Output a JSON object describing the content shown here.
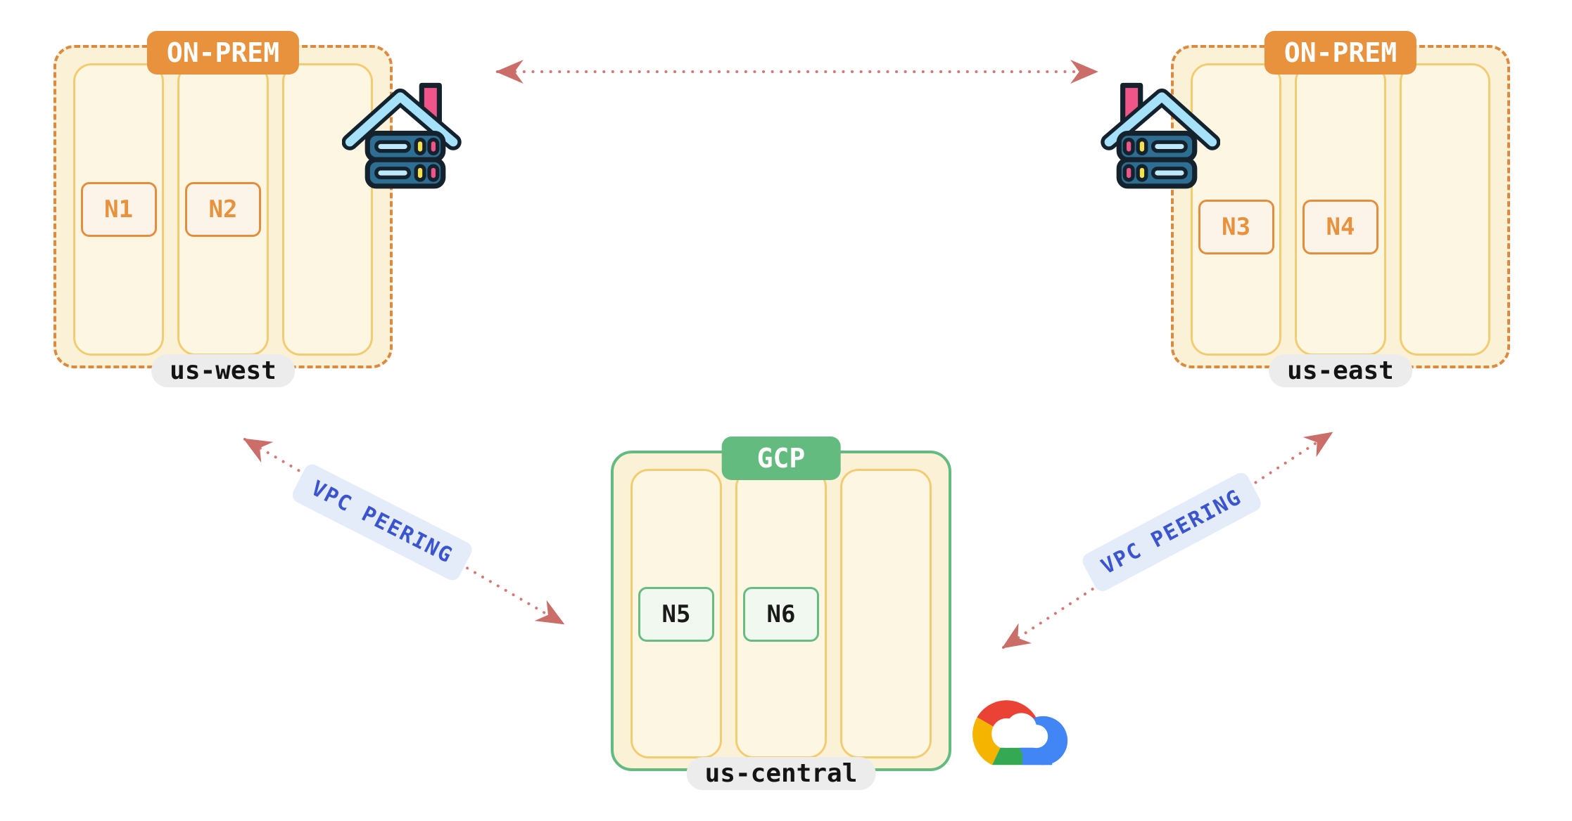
{
  "diagram": {
    "regions": [
      {
        "id": "us-west",
        "provider_badge": "ON-PREM",
        "region_label": "us-west",
        "zones": 3,
        "nodes": [
          "N1",
          "N2"
        ],
        "icon": "datacenter-house-icon"
      },
      {
        "id": "us-east",
        "provider_badge": "ON-PREM",
        "region_label": "us-east",
        "zones": 3,
        "nodes": [
          "N3",
          "N4"
        ],
        "icon": "datacenter-house-icon"
      },
      {
        "id": "us-central",
        "provider_badge": "GCP",
        "region_label": "us-central",
        "zones": 3,
        "nodes": [
          "N5",
          "N6"
        ],
        "icon": "gcp-cloud-logo"
      }
    ],
    "connections": [
      {
        "from": "us-west",
        "to": "us-east",
        "label": "",
        "style": "dotted-double-arrow"
      },
      {
        "from": "us-west",
        "to": "us-central",
        "label": "VPC PEERING",
        "style": "dotted-double-arrow"
      },
      {
        "from": "us-east",
        "to": "us-central",
        "label": "VPC PEERING",
        "style": "dotted-double-arrow"
      }
    ],
    "colors": {
      "onprem_accent": "#E8923E",
      "onprem_dashed_border": "#DD8A41",
      "region_fill": "#FBF1D6",
      "zone_fill": "#FDF6E3",
      "zone_border": "#F3CC72",
      "gcp_accent": "#63BB80",
      "gcp_node_fill": "#F0F8EF",
      "node_text_onprem": "#E8923E",
      "node_text_gcp": "#1A1A1A",
      "region_pill_bg": "#ECECEC",
      "arrow": "#D67875",
      "vpc_label_text": "#3A55CE",
      "vpc_label_bg": "#E4EBF9"
    }
  }
}
